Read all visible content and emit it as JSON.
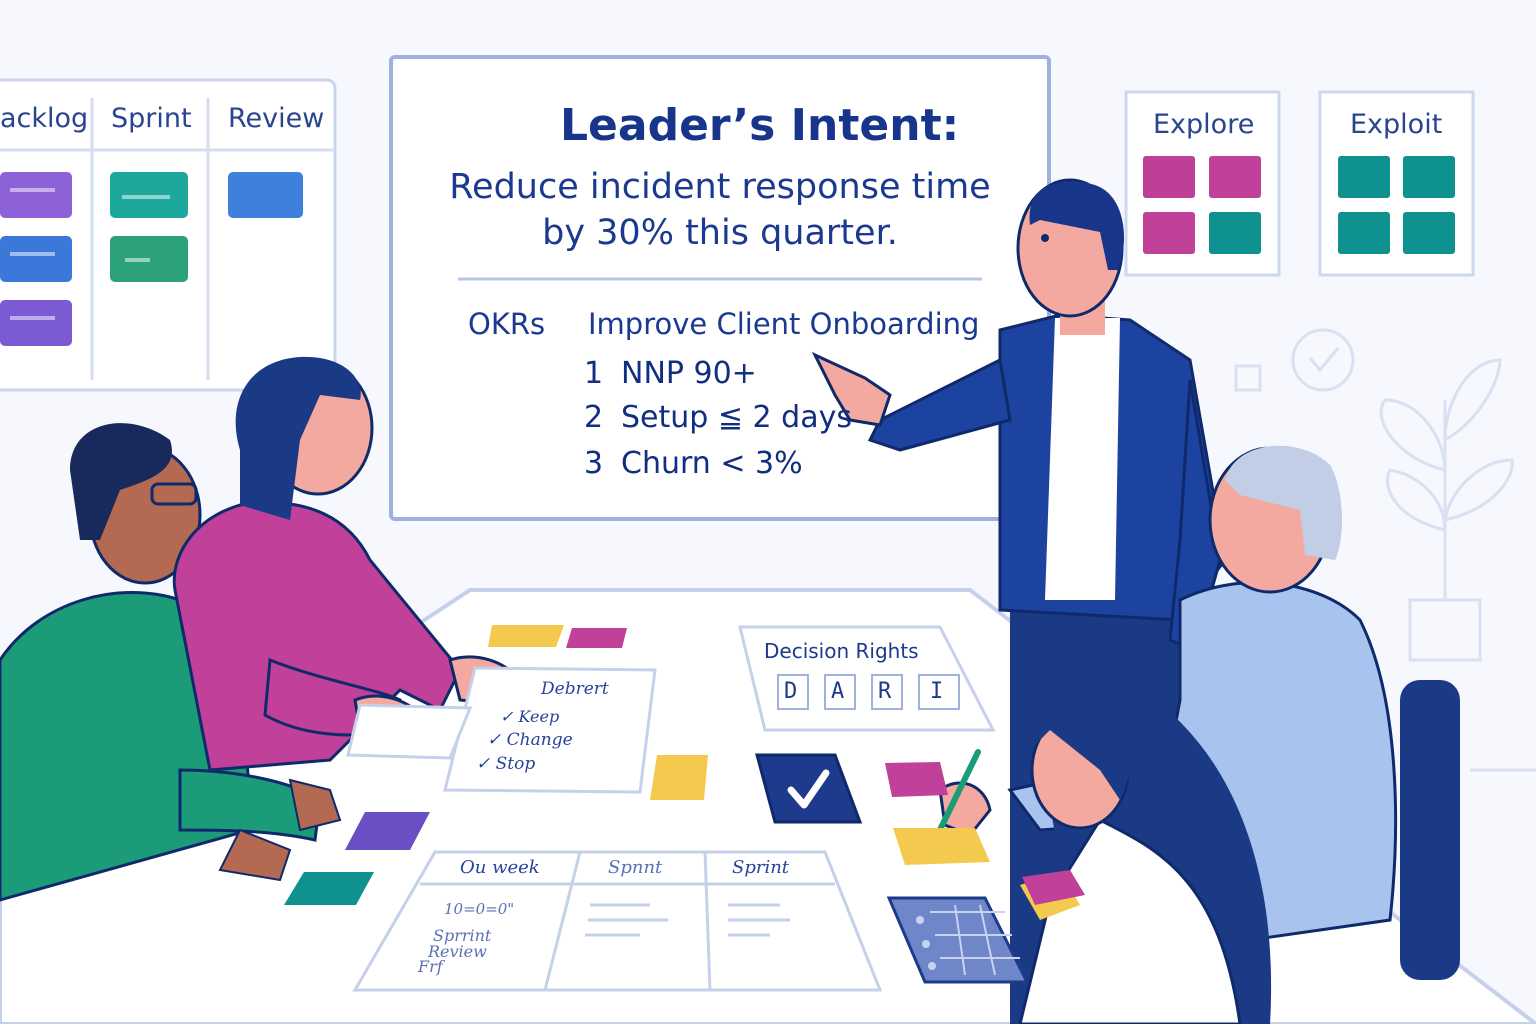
{
  "kanban_board": {
    "columns": [
      "acklog",
      "Sprint",
      "Review"
    ]
  },
  "whiteboard": {
    "title": "Leader’s Intent:",
    "intent_line1": "Reduce incident response time",
    "intent_line2": "by 30% this quarter.",
    "okrs_label": "OKRs",
    "okr_objective": "Improve Client Onboarding",
    "key_results": [
      {
        "num": "1",
        "text": "NNP 90+"
      },
      {
        "num": "2",
        "text": "Setup ≦ 2 days"
      },
      {
        "num": "3",
        "text": "Churn < 3%"
      }
    ]
  },
  "explore_exploit": {
    "explore_label": "Explore",
    "exploit_label": "Exploit"
  },
  "debrief_sheet": {
    "title": "Debrert",
    "items": [
      "Keep",
      "Change",
      "Stop"
    ]
  },
  "decision_rights": {
    "title": "Decision Rights",
    "letters": [
      "D",
      "A",
      "R",
      "I"
    ]
  },
  "sprint_sheet": {
    "headers": [
      "Ou week",
      "Spnnt",
      "Sprint"
    ],
    "notes": [
      "10=0=0\"",
      "Sprrint",
      "Review",
      "Frf"
    ]
  },
  "colors": {
    "navy": "#1d3a8c",
    "magenta": "#c0409a",
    "teal": "#0e918f",
    "purple": "#8a5fd6",
    "blue": "#3f7fdc",
    "yellow": "#f3c94e"
  }
}
